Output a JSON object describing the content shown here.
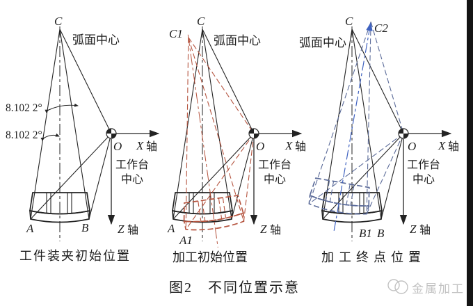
{
  "figure_caption": "图2　不同位置示意",
  "watermark": "金属加工",
  "shared": {
    "arc_center_label": "弧面中心",
    "table_center_line1": "工作台",
    "table_center_line2": "中心",
    "axis_x_letter": "X",
    "axis_z_letter": "Z",
    "axis_word": "轴",
    "origin_label": "O",
    "apex_label": "C"
  },
  "left": {
    "caption": "工件装夹初始位置",
    "angle_upper": "8.102 2°",
    "angle_lower": "8.102 2°",
    "point_a": "A",
    "point_b": "B"
  },
  "middle": {
    "caption": "加工初始位置",
    "apex_rotated": "C1",
    "point_a": "A",
    "point_a_rotated": "A1"
  },
  "right": {
    "caption": "加工终点位置",
    "apex_rotated": "C2",
    "point_b": "B",
    "point_b_rotated": "B1"
  },
  "colors": {
    "line": "#232323",
    "ghost_red": "#b5543f",
    "ghost_blue": "#5b6b99",
    "centerline_blue": "#3f62c0",
    "watermark": "#c2c2c2",
    "bar": "#141414"
  }
}
